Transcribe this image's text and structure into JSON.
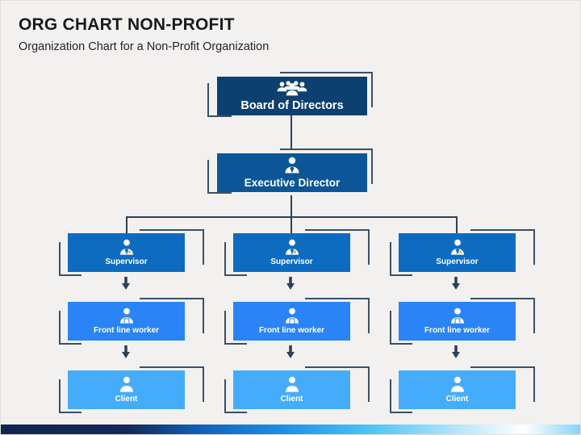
{
  "header": {
    "title": "ORG CHART NON-PROFIT",
    "subtitle": "Organization Chart for a Non-Profit Organization"
  },
  "colors": {
    "background": "#f2f1ef",
    "board": "#0d4071",
    "executive": "#0c5697",
    "supervisor": "#0d6cc0",
    "frontline": "#2b84f5",
    "client": "#45acfb",
    "connector": "#2e4055",
    "bracket": "#3a5066",
    "label_text": "#ffffff",
    "title_text": "#1b1b1b"
  },
  "chart_data": {
    "type": "diagram",
    "title": "ORG CHART NON-PROFIT",
    "subtitle": "Organization Chart for a Non-Profit Organization",
    "orientation": "top-down",
    "levels": 5,
    "branches": 3,
    "nodes": [
      {
        "id": "board",
        "label": "Board of Directors",
        "level": 0,
        "icon": "group-of-people-icon",
        "color": "#0d4071"
      },
      {
        "id": "executive",
        "label": "Executive Director",
        "level": 1,
        "icon": "person-in-suit-icon",
        "color": "#0c5697"
      },
      {
        "id": "supervisor-1",
        "label": "Supervisor",
        "level": 2,
        "column": 1,
        "icon": "person-with-badge-icon",
        "color": "#0d6cc0"
      },
      {
        "id": "supervisor-2",
        "label": "Supervisor",
        "level": 2,
        "column": 2,
        "icon": "person-with-badge-icon",
        "color": "#0d6cc0"
      },
      {
        "id": "supervisor-3",
        "label": "Supervisor",
        "level": 2,
        "column": 3,
        "icon": "person-with-badge-icon",
        "color": "#0d6cc0"
      },
      {
        "id": "frontline-1",
        "label": "Front line worker",
        "level": 3,
        "column": 1,
        "icon": "worker-person-icon",
        "color": "#2b84f5"
      },
      {
        "id": "frontline-2",
        "label": "Front line worker",
        "level": 3,
        "column": 2,
        "icon": "worker-person-icon",
        "color": "#2b84f5"
      },
      {
        "id": "frontline-3",
        "label": "Front line worker",
        "level": 3,
        "column": 3,
        "icon": "worker-person-icon",
        "color": "#2b84f5"
      },
      {
        "id": "client-1",
        "label": "Client",
        "level": 4,
        "column": 1,
        "icon": "person-icon",
        "color": "#45acfb"
      },
      {
        "id": "client-2",
        "label": "Client",
        "level": 4,
        "column": 2,
        "icon": "person-icon",
        "color": "#45acfb"
      },
      {
        "id": "client-3",
        "label": "Client",
        "level": 4,
        "column": 3,
        "icon": "person-icon",
        "color": "#45acfb"
      }
    ],
    "edges": [
      {
        "from": "board",
        "to": "executive",
        "style": "line"
      },
      {
        "from": "executive",
        "to": "supervisor-1",
        "style": "elbow"
      },
      {
        "from": "executive",
        "to": "supervisor-2",
        "style": "line"
      },
      {
        "from": "executive",
        "to": "supervisor-3",
        "style": "elbow"
      },
      {
        "from": "supervisor-1",
        "to": "frontline-1",
        "style": "arrow"
      },
      {
        "from": "supervisor-2",
        "to": "frontline-2",
        "style": "arrow"
      },
      {
        "from": "supervisor-3",
        "to": "frontline-3",
        "style": "arrow"
      },
      {
        "from": "frontline-1",
        "to": "client-1",
        "style": "arrow"
      },
      {
        "from": "frontline-2",
        "to": "client-2",
        "style": "arrow"
      },
      {
        "from": "frontline-3",
        "to": "client-3",
        "style": "arrow"
      }
    ]
  }
}
